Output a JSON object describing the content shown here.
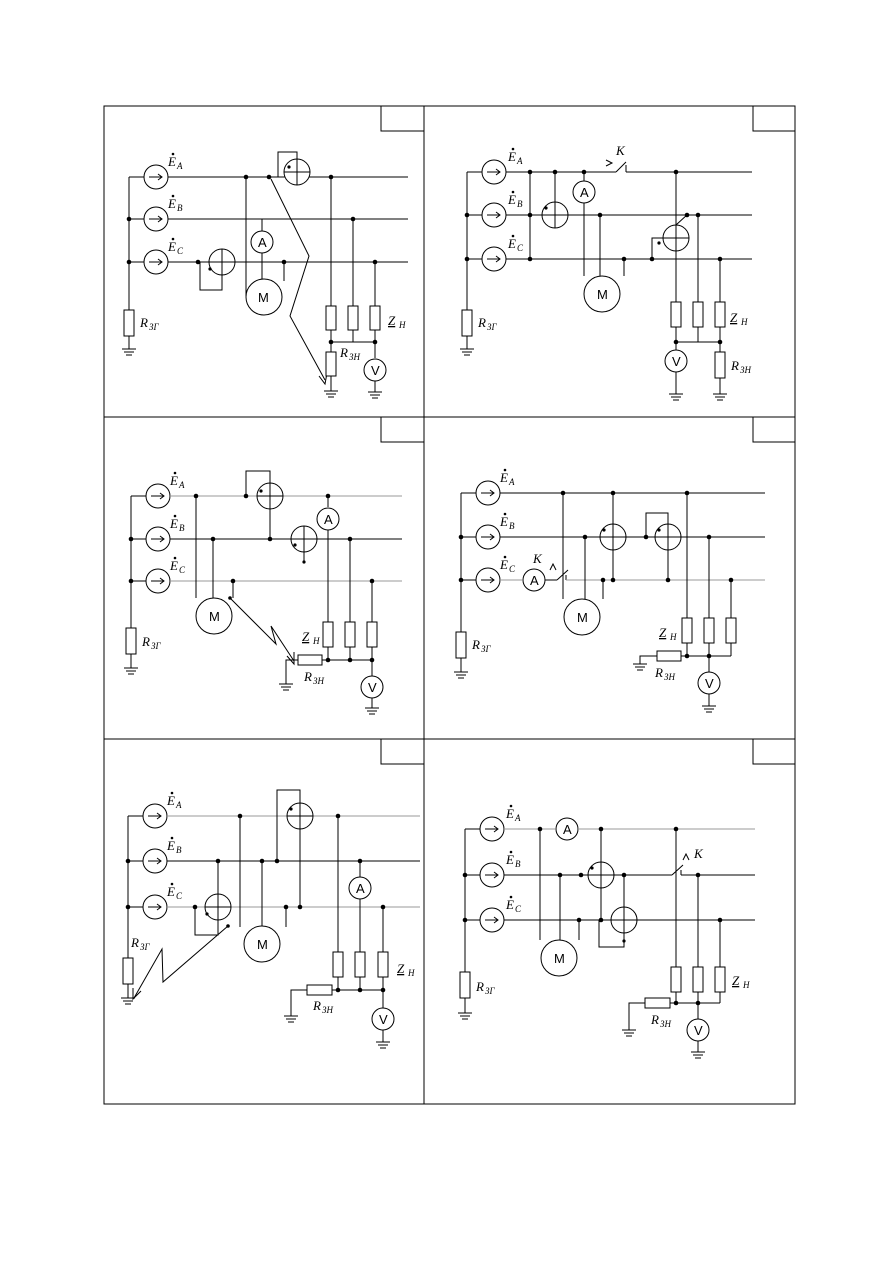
{
  "labels": {
    "ea": "E",
    "ea_sub": "A",
    "eb": "E",
    "eb_sub": "B",
    "ec": "E",
    "ec_sub": "C",
    "rzg": "R",
    "rzg_sub": "ЗГ",
    "rzn": "R",
    "rzn_sub": "ЗН",
    "zn": "Z",
    "zn_sub": "Н",
    "k": "K",
    "ammeter": "A",
    "voltmeter": "V",
    "motor": "M"
  },
  "panels": [
    {
      "id": 1,
      "features": [
        "fault-to-ground",
        "wattmeter-phase-A",
        "wattmeter-phase-C",
        "load-resistor-ground"
      ]
    },
    {
      "id": 2,
      "features": [
        "switch-K-phase-A",
        "wattmeter-phase-B",
        "wattmeter-phase-C",
        "load-resistor-ground"
      ]
    },
    {
      "id": 3,
      "features": [
        "fault-to-ground",
        "wattmeter-phase-A",
        "wattmeter-phase-B",
        "load-resistor-ground"
      ]
    },
    {
      "id": 4,
      "features": [
        "switch-K-phase-C",
        "wattmeter-phase-B",
        "wattmeter-phase-B",
        "load-resistor-ground"
      ]
    },
    {
      "id": 5,
      "features": [
        "fault-to-ground",
        "wattmeter-phase-A",
        "wattmeter-phase-C",
        "load-resistor-ground"
      ]
    },
    {
      "id": 6,
      "features": [
        "switch-K-phase-B",
        "wattmeter-phase-B",
        "wattmeter-phase-C",
        "load-resistor-ground"
      ]
    }
  ]
}
